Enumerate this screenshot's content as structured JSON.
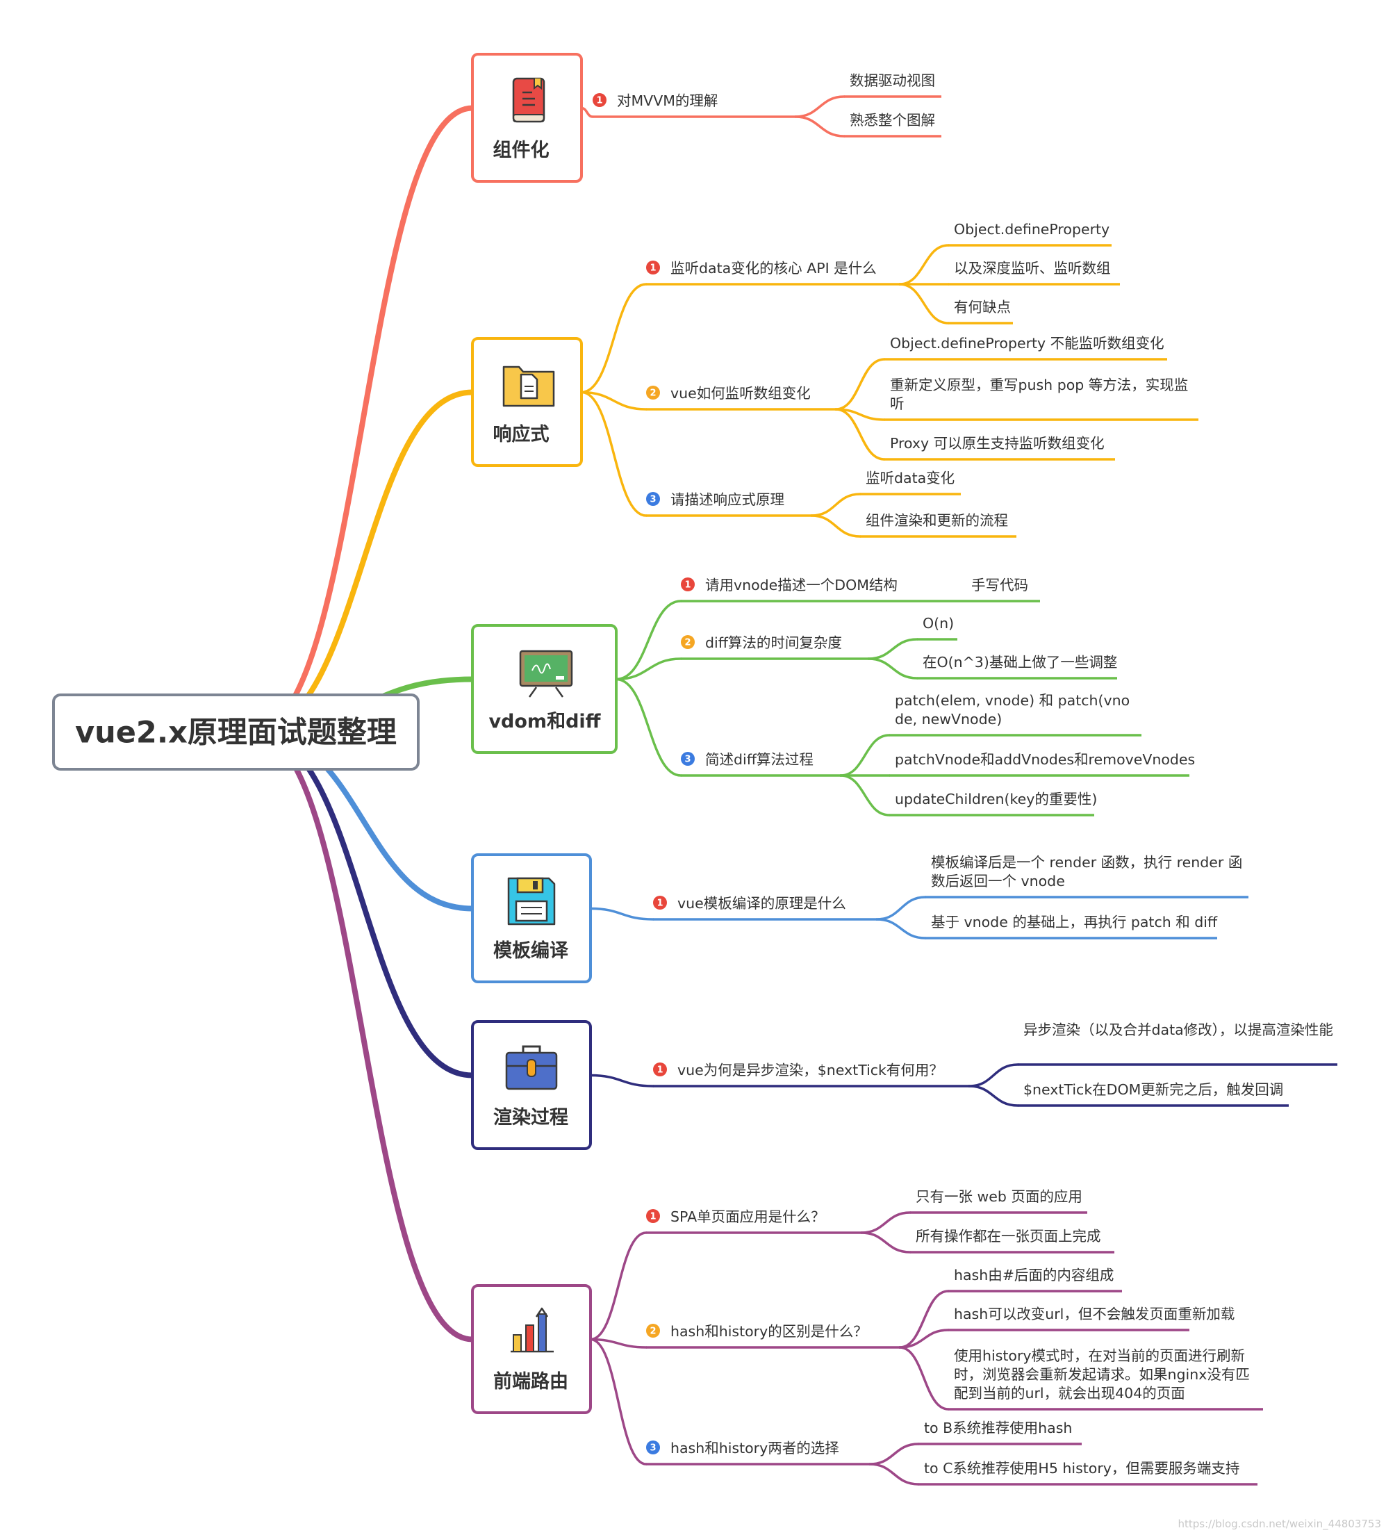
{
  "root": {
    "title": "vue2.x原理面试题整理"
  },
  "branches": [
    {
      "title": "组件化",
      "color": "#f7705f",
      "icon": "book-icon",
      "topics": [
        {
          "num": "1",
          "label": "对MVVM的理解",
          "leaves": [
            "数据驱动视图",
            "熟悉整个图解"
          ]
        }
      ]
    },
    {
      "title": "响应式",
      "color": "#f9b50e",
      "icon": "folder-document-icon",
      "topics": [
        {
          "num": "1",
          "label": "监听data变化的核心 API 是什么",
          "leaves": [
            "Object.defineProperty",
            "以及深度监听、监听数组",
            "有何缺点"
          ]
        },
        {
          "num": "2",
          "label": "vue如何监听数组变化",
          "leaves": [
            "Object.defineProperty 不能监听数组变化",
            "重新定义原型，重写push pop 等方法，实现监听",
            "Proxy 可以原生支持监听数组变化"
          ]
        },
        {
          "num": "3",
          "label": "请描述响应式原理",
          "leaves": [
            "监听data变化",
            "组件渲染和更新的流程"
          ]
        }
      ]
    },
    {
      "title": "vdom和diff",
      "color": "#6abf4b",
      "icon": "blackboard-icon",
      "topics": [
        {
          "num": "1",
          "label": "请用vnode描述一个DOM结构",
          "leaves": [
            "手写代码"
          ]
        },
        {
          "num": "2",
          "label": "diff算法的时间复杂度",
          "leaves": [
            "O(n)",
            "在O(n^3)基础上做了一些调整"
          ]
        },
        {
          "num": "3",
          "label": "简述diff算法过程",
          "leaves": [
            "patch(elem, vnode) 和 patch(vnode, newVnode)",
            "patchVnode和addVnodes和removeVnodes",
            "updateChildren(key的重要性)"
          ]
        }
      ]
    },
    {
      "title": "模板编译",
      "color": "#4e8fd8",
      "icon": "floppy-disk-icon",
      "topics": [
        {
          "num": "1",
          "label": "vue模板编译的原理是什么",
          "leaves": [
            "模板编译后是一个 render 函数，执行 render 函数后返回一个 vnode",
            "基于 vnode 的基础上，再执行 patch 和 diff"
          ]
        }
      ]
    },
    {
      "title": "渲染过程",
      "color": "#2f2d7d",
      "icon": "briefcase-icon",
      "topics": [
        {
          "num": "1",
          "label": "vue为何是异步渲染，$nextTick有何用？",
          "leaves": [
            "异步渲染（以及合并data修改），以提高渲染性能",
            "$nextTick在DOM更新完之后，触发回调"
          ]
        }
      ]
    },
    {
      "title": "前端路由",
      "color": "#9d4787",
      "icon": "bar-chart-icon",
      "topics": [
        {
          "num": "1",
          "label": "SPA单页面应用是什么？",
          "leaves": [
            "只有一张 web 页面的应用",
            "所有操作都在一张页面上完成"
          ]
        },
        {
          "num": "2",
          "label": "hash和history的区别是什么？",
          "leaves": [
            "hash由#后面的内容组成",
            "hash可以改变url，但不会触发页面重新加载",
            "使用history模式时，在对当前的页面进行刷新时，浏览器会重新发起请求。如果nginx没有匹配到当前的url，就会出现404的页面"
          ]
        },
        {
          "num": "3",
          "label": "hash和history两者的选择",
          "leaves": [
            "to B系统推荐使用hash",
            "to C系统推荐使用H5 history，但需要服务端支持"
          ]
        }
      ]
    }
  ],
  "badge_colors": {
    "1": "#e8463b",
    "2": "#f5a623",
    "3": "#3b7be0"
  },
  "watermark": "https://blog.csdn.net/weixin_44803753"
}
